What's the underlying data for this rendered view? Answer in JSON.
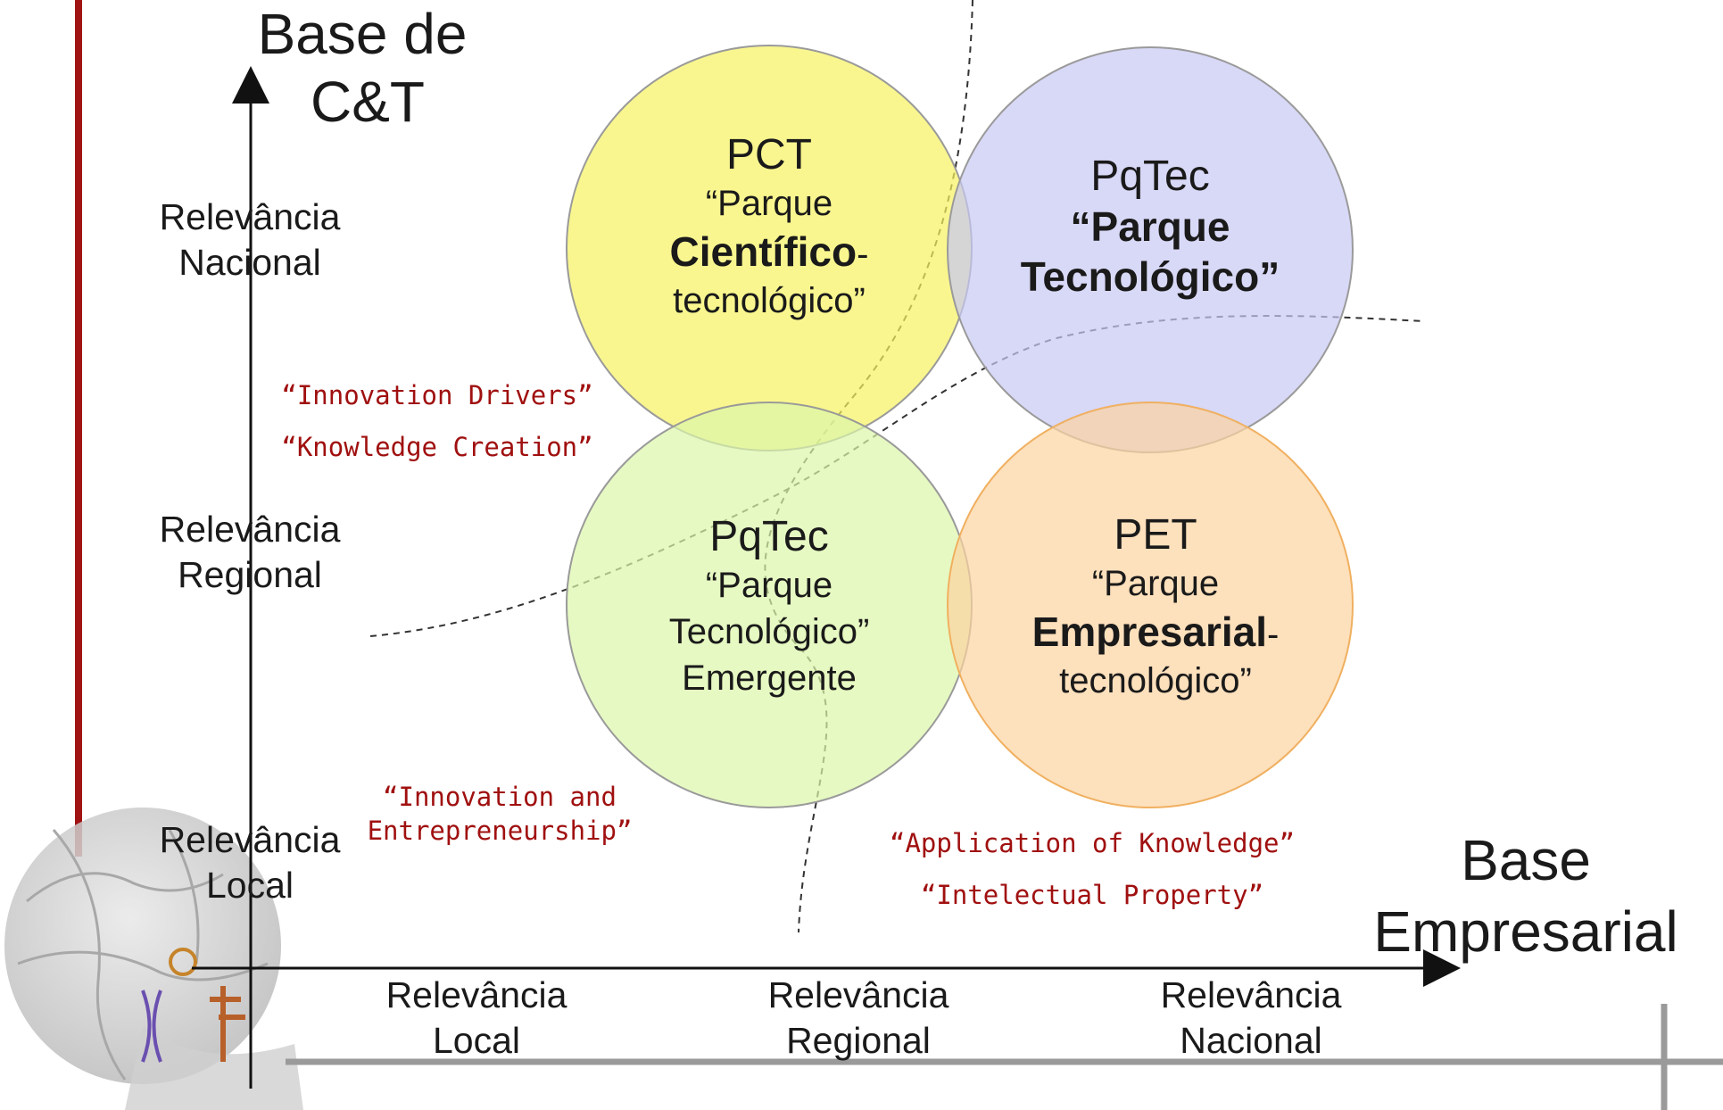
{
  "axes": {
    "y_title": [
      "Base de",
      "C&T"
    ],
    "x_title": [
      "Base",
      "Empresarial"
    ],
    "y_levels": [
      {
        "line1": "Relevância",
        "line2": "Nacional"
      },
      {
        "line1": "Relevância",
        "line2": "Regional"
      },
      {
        "line1": "Relevância",
        "line2": "Local"
      }
    ],
    "x_levels": [
      {
        "line1": "Relevância",
        "line2": "Local"
      },
      {
        "line1": "Relevância",
        "line2": "Regional"
      },
      {
        "line1": "Relevância",
        "line2": "Nacional"
      }
    ]
  },
  "circles": {
    "pct": {
      "title": "PCT",
      "line1": "“Parque",
      "line2_bold": "Científico",
      "line2_suffix": "-",
      "line3": "tecnológico”",
      "color": "#f7f25f"
    },
    "pqtec": {
      "title": "PqTec",
      "line1_bold": "“Parque",
      "line2_bold": "Tecnológico”",
      "color": "#c8c8f4"
    },
    "pqtec_emergente": {
      "title": "PqTec",
      "line1": "“Parque",
      "line2": "Tecnológico”",
      "line3": "Emergente",
      "color": "#dcf7a8"
    },
    "pet": {
      "title": "PET",
      "line1": "“Parque",
      "line2_bold": "Empresarial",
      "line2_suffix": "-",
      "line3": "tecnológico”",
      "color": "#fcd3a0"
    }
  },
  "annotations": {
    "innovation_drivers": "“Innovation Drivers”",
    "knowledge_creation": "“Knowledge Creation”",
    "innovation_entrepreneurship_1": "“Innovation and",
    "innovation_entrepreneurship_2": "Entrepreneurship”",
    "application_of_knowledge": "“Application of Knowledge”",
    "intelectual_property": "“Intelectual Property”"
  },
  "colors": {
    "accent_bar": "#a01414",
    "annotation": "#a01010"
  }
}
